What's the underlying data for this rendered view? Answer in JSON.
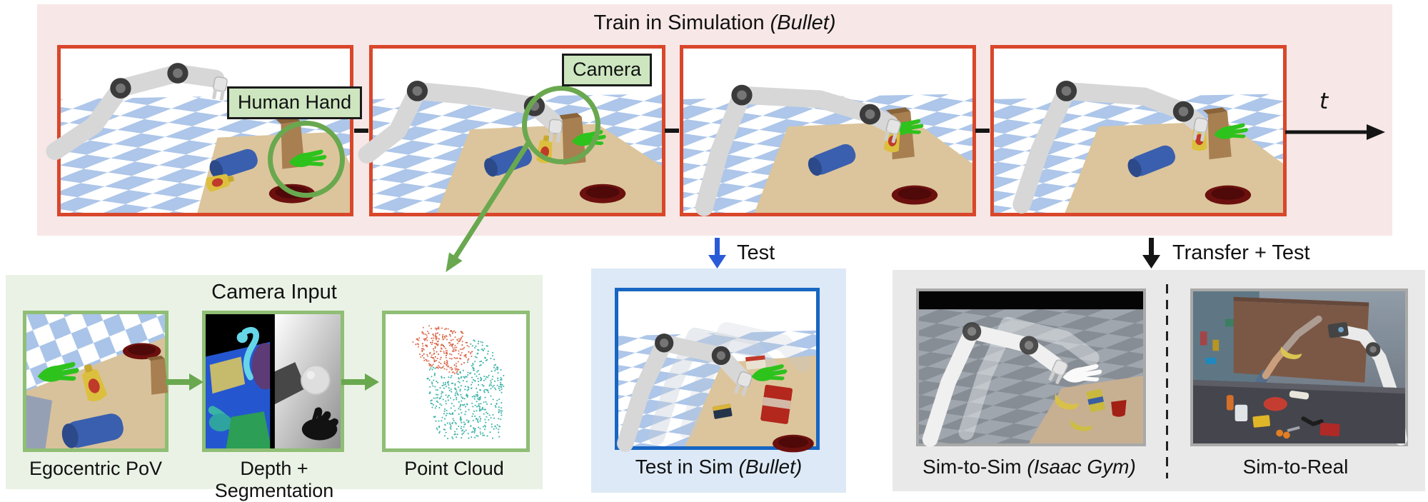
{
  "figure": {
    "train": {
      "title": {
        "main": "Train in Simulation ",
        "italic": "(Bullet)"
      },
      "human_hand_label": "Human Hand",
      "camera_label": "Camera",
      "time_label": "t"
    },
    "camera_input": {
      "title": "Camera Input",
      "items": [
        {
          "label": "Egocentric PoV"
        },
        {
          "label": "Depth + Segmentation"
        },
        {
          "label": "Point Cloud"
        }
      ]
    },
    "test_sim": {
      "arrow_label": "Test",
      "caption": {
        "main": "Test in Sim ",
        "italic": "(Bullet)"
      }
    },
    "transfer": {
      "arrow_label": "Transfer + Test",
      "captions": [
        {
          "main": "Sim-to-Sim ",
          "italic": "(Isaac Gym)"
        },
        {
          "main": "Sim-to-Real",
          "italic": ""
        }
      ]
    }
  },
  "colors": {
    "train_bg": "#f7e7e7",
    "frame_border": "#d9472b",
    "annotation_green": "#6aa84f",
    "annotation_label_bg": "#cde6c0",
    "camera_panel_bg": "#eaf2e5",
    "camera_img_border": "#8fbe75",
    "test_panel_bg": "#dde9f6",
    "test_img_border": "#1766c2",
    "test_arrow_blue": "#2a5bd7",
    "transfer_panel_bg": "#e9e9e9",
    "transfer_img_border": "#a9a9a9",
    "floor_check": "#adc6e9",
    "table_wood": "#dcc59c",
    "robot_gray": "#d7d7d7",
    "hand_green": "#2ec21d",
    "pointcloud_teal": "#3fb3a9",
    "pointcloud_salmon": "#e3785a"
  }
}
